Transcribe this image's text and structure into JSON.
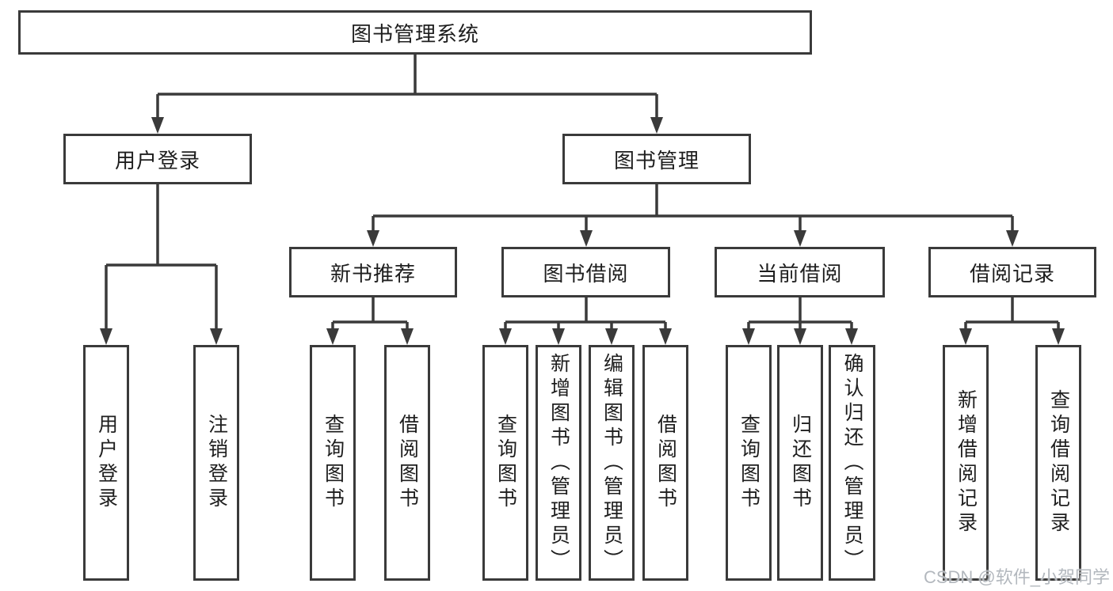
{
  "diagram": {
    "root": {
      "label": "图书管理系统"
    },
    "level2": [
      {
        "label": "用户登录"
      },
      {
        "label": "图书管理"
      }
    ],
    "level3": [
      {
        "label": "新书推荐"
      },
      {
        "label": "图书借阅"
      },
      {
        "label": "当前借阅"
      },
      {
        "label": "借阅记录"
      }
    ],
    "leaves": {
      "user_login": [
        "用户登录",
        "注销登录"
      ],
      "new_book": [
        "查询图书",
        "借阅图书"
      ],
      "borrowing": [
        "查询图书",
        "新增图书（管理员）",
        "编辑图书（管理员）",
        "借阅图书"
      ],
      "current": [
        "查询图书",
        "归还图书",
        "确认归还（管理员）"
      ],
      "records": [
        "新增借阅记录",
        "查询借阅记录"
      ]
    }
  },
  "watermark": {
    "text": "CSDN @软件_小贺同学"
  },
  "colors": {
    "line": "#3a3a3a",
    "box_border": "#3a3a3a",
    "text": "#1e1e1e",
    "background": "#ffffff",
    "watermark": "#b3b8be"
  }
}
